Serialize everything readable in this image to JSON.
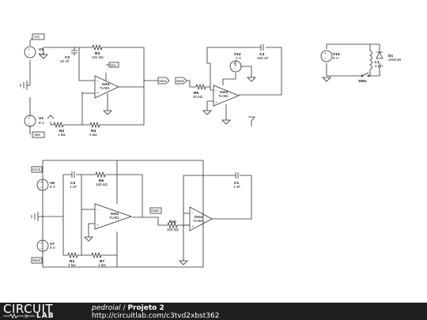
{
  "schematic": {
    "circuit1": {
      "vcc_tag": "Vcc",
      "vee_tag": "Vee",
      "vcc_tag_opamp": "Vcc",
      "vee_tag_opamp": "Vee",
      "vout_tag": "Vout",
      "v1_name": "V1",
      "v1_value": "9 V",
      "v2_name": "V2",
      "v2_value": "9 V",
      "c2_name": "C2",
      "c2_value": "10 nF",
      "r3_name": "R3",
      "r3_value": "431 kΩ",
      "r2_name": "R2",
      "r2_value": "1 kΩ",
      "r4_name": "R4",
      "r4_value": "1 kΩ",
      "opamp_name": "OA1",
      "opamp_model": "TL081"
    },
    "circuit2": {
      "in_tag": "Vout",
      "v12_name": "V12",
      "v12_value": "1 V",
      "c4_name": "C4",
      "c4_value": "100 nF",
      "r5_name": "R5",
      "r5_value": "40 kΩ",
      "opamp_name": "OA3",
      "opamp_model": "TL081"
    },
    "circuit3": {
      "v13_name": "V13",
      "v13_value": "9 V",
      "l1_name": "L1",
      "l1_value": "1 µH",
      "d1_name": "D1",
      "d1_value": "1N4148",
      "sw1_name": "SW1"
    },
    "circuit4": {
      "vcc_tag": "Vcc2",
      "vee_tag": "Vee2",
      "out_tag": "Out2",
      "v6_name": "V6",
      "v6_value": "9 V",
      "v7_name": "V7",
      "v7_value": "9 V",
      "c3_name": "C3",
      "c3_value": "1 nF",
      "r6_name": "R6",
      "r6_value": "100 kΩ",
      "r1_name": "R1",
      "r1_value": "1 kΩ",
      "r7_name": "R7",
      "r7_value": "1 kΩ",
      "opamp2_name": "OA2",
      "opamp2_model": "TL081",
      "r10_name": "R10",
      "r10_value": "100 kΩ",
      "c1_name": "C1",
      "c1_value": "1 nF",
      "opamp4_name": "OA4",
      "opamp4_model": "TL081"
    }
  },
  "footer": {
    "logo_text_1": "CIRCUIT",
    "logo_text_2": "LAB",
    "author": "pedroial",
    "separator": " / ",
    "title": "Projeto 2",
    "url": "http://circuitlab.com/c3tvd2xbst362"
  }
}
